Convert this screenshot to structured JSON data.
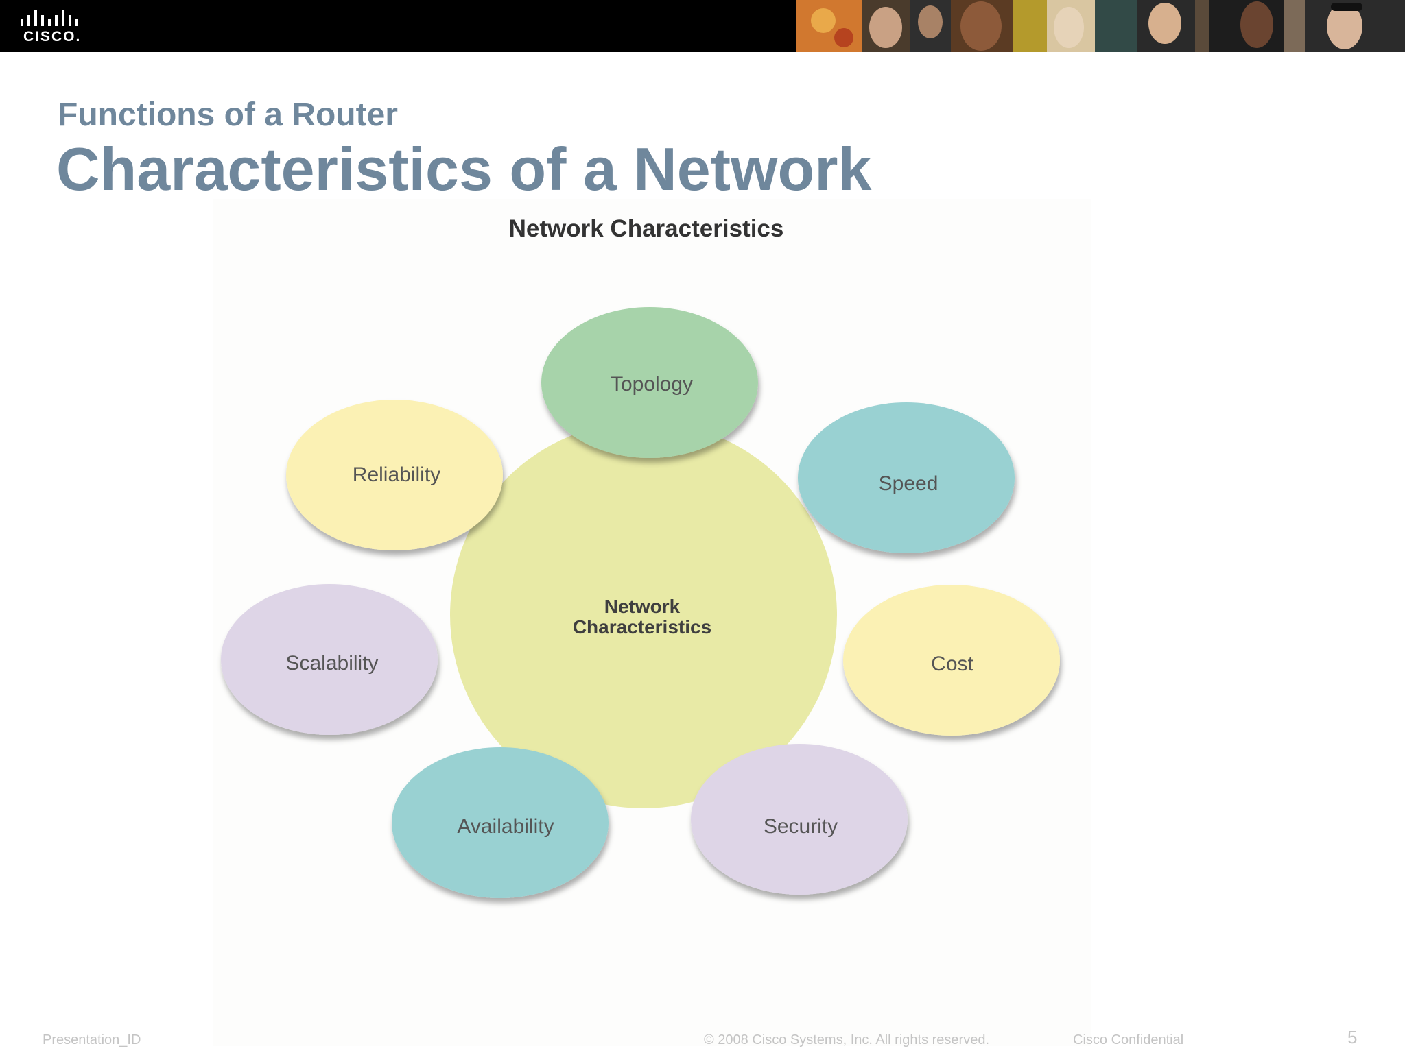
{
  "brand": {
    "logo_text": "CISCO.",
    "header_color": "#000000",
    "title_color": "#6f879c"
  },
  "slide": {
    "subtitle": "Functions of a Router",
    "title": "Characteristics of a Network"
  },
  "diagram": {
    "heading": "Network Characteristics",
    "center": {
      "lines": [
        "Network",
        "Characteristics"
      ],
      "color": "#e8eaa6"
    },
    "nodes": [
      {
        "label": "Topology",
        "color": "#a7d3aa"
      },
      {
        "label": "Speed",
        "color": "#99d1d2"
      },
      {
        "label": "Cost",
        "color": "#fbf1b4"
      },
      {
        "label": "Security",
        "color": "#ded5e7"
      },
      {
        "label": "Availability",
        "color": "#99d1d2"
      },
      {
        "label": "Scalability",
        "color": "#ded5e7"
      },
      {
        "label": "Reliability",
        "color": "#fbf1b4"
      }
    ]
  },
  "footer": {
    "left": "Presentation_ID",
    "copyright": "© 2008 Cisco Systems, Inc. All rights reserved.",
    "confidential": "Cisco Confidential",
    "page": "5"
  }
}
